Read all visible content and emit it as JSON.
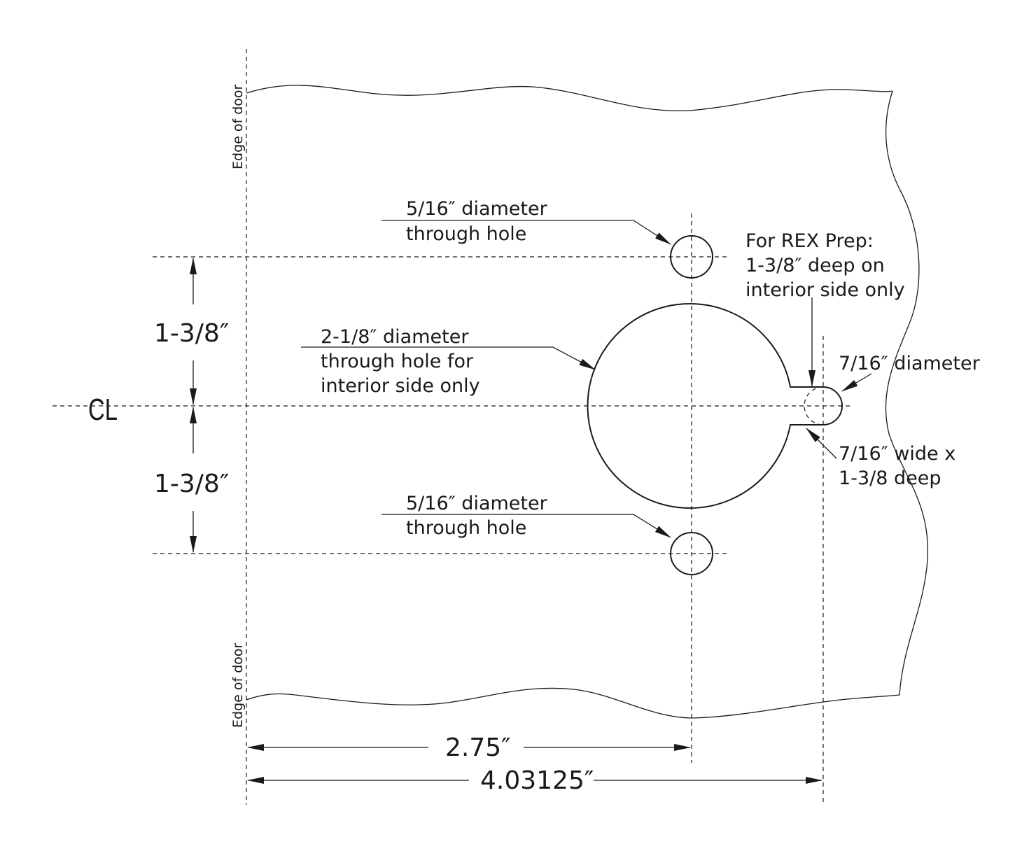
{
  "labels": {
    "edge_top": "Edge of door",
    "edge_bottom": "Edge of door",
    "centerline": "CL",
    "dim_upper": "1-3/8″",
    "dim_lower": "1-3/8″",
    "dim_275": "2.75″",
    "dim_403": "4.03125″",
    "top_hole": [
      "5/16″ diameter",
      "through hole"
    ],
    "bottom_hole": [
      "5/16″ diameter",
      "through hole"
    ],
    "big_hole": [
      "2-1/8″ diameter",
      "through hole for",
      "interior side only"
    ],
    "rex_prep": [
      "For REX Prep:",
      "1-3/8″ deep on",
      "interior side only"
    ],
    "small_diameter": "7/16″ diameter",
    "slot": [
      "7/16″ wide x",
      "1-3/8 deep"
    ]
  }
}
